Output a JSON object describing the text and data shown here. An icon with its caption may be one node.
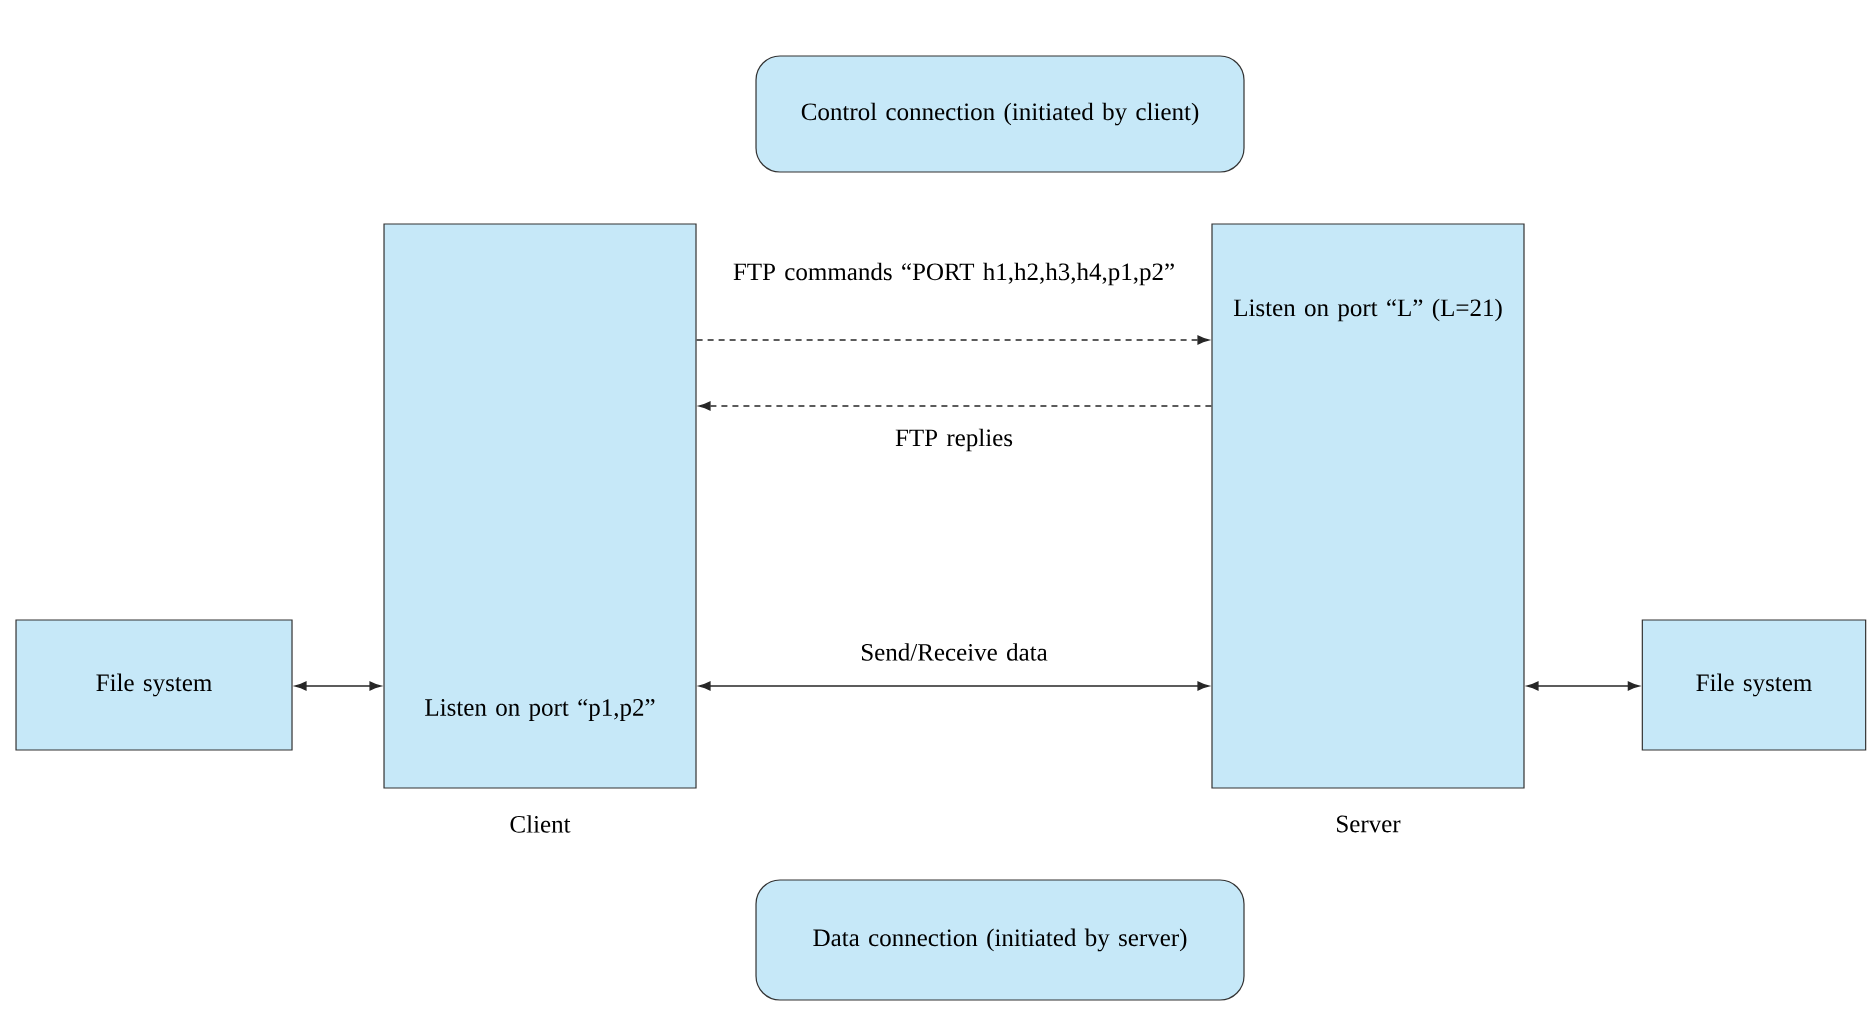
{
  "diagram": {
    "nodes": [
      {
        "text": [
          "Control connection (initiated by client)"
        ]
      },
      {
        "text": [
          "Listen on port “p1,p2”"
        ],
        "beside": [
          "Client"
        ]
      },
      {
        "text": [
          "Listen on port “L” (L=21)"
        ],
        "beside": [
          "Server"
        ]
      },
      {
        "text": [
          "File system"
        ]
      },
      {
        "text": [
          "File system"
        ]
      },
      {
        "text": [
          "Data connection (initiated by server)"
        ]
      }
    ],
    "edges": [
      {
        "from": 1,
        "to": 2,
        "arrow": "to",
        "style": "dashed",
        "label": "FTP commands “PORT h1,h2,h3,h4,p1,p2”"
      },
      {
        "from": 2,
        "to": 1,
        "arrow": "to",
        "style": "dashed",
        "label": "FTP replies"
      },
      {
        "from": 1,
        "to": 2,
        "arrow": "both",
        "label": "Send/Receive data"
      },
      {
        "from": 3,
        "to": 1,
        "arrow": "both"
      },
      {
        "from": 2,
        "to": 4,
        "arrow": "both"
      }
    ]
  }
}
